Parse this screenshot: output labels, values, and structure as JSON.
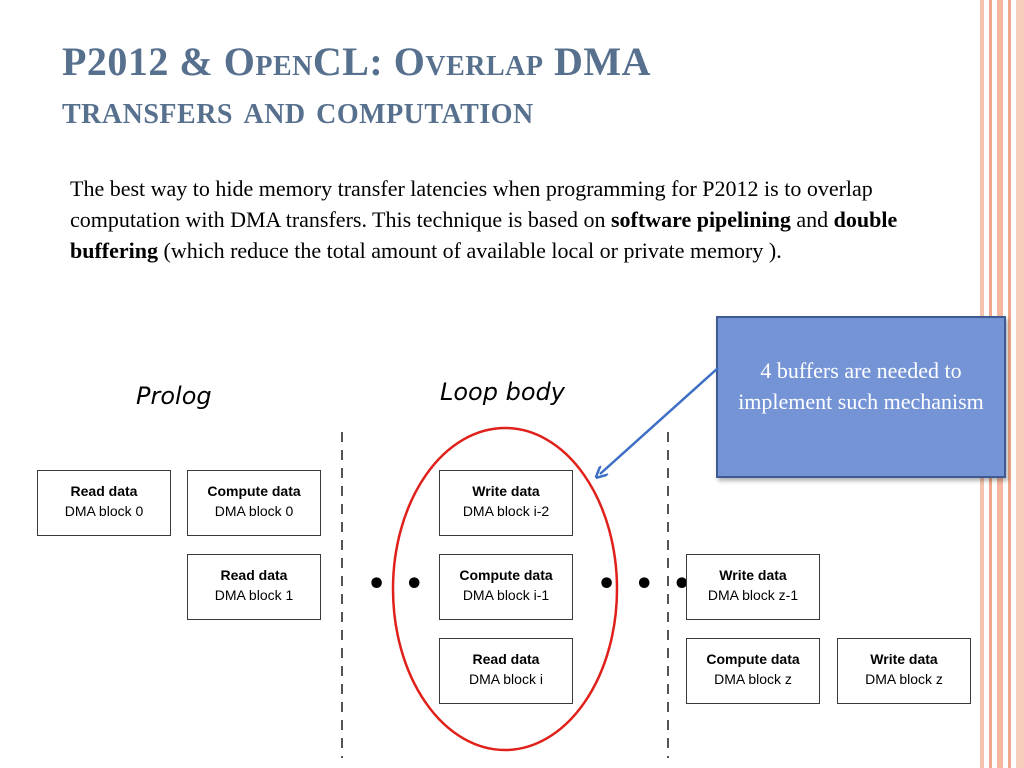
{
  "slide": {
    "title_line1": "P2012 & OpenCL: Overlap DMA",
    "title_line2": "transfers and computation",
    "paragraph": {
      "part1": "The best way to hide memory transfer latencies when programming for P2012 is to overlap computation with DMA transfers. This technique is based on ",
      "bold1": "software pipelining",
      "part2": " and ",
      "bold2": "double buffering",
      "part3": " (which reduce the total amount of available local or private memory )."
    },
    "callout": "4 buffers are needed to implement such mechanism"
  },
  "diagram": {
    "prolog_label": "Prolog",
    "loop_body_label": "Loop body",
    "ellipsis_left": "• • •",
    "ellipsis_right": "• • •",
    "blocks": {
      "prolog_read0": {
        "title": "Read data",
        "sub": "DMA block  0"
      },
      "prolog_compute0": {
        "title": "Compute data",
        "sub": "DMA block  0"
      },
      "prolog_read1": {
        "title": "Read data",
        "sub": "DMA block 1"
      },
      "loop_write": {
        "title": "Write data",
        "sub": "DMA block  i-2"
      },
      "loop_compute": {
        "title": "Compute data",
        "sub": "DMA block  i-1"
      },
      "loop_read": {
        "title": "Read data",
        "sub": "DMA block i"
      },
      "epi_write_z1": {
        "title": "Write data",
        "sub": "DMA block  z-1"
      },
      "epi_compute_z": {
        "title": "Compute data",
        "sub": "DMA block  z"
      },
      "epi_write_z": {
        "title": "Write data",
        "sub": "DMA block  z"
      }
    }
  },
  "colors": {
    "title": "#56708e",
    "callout_fill": "#7494d6",
    "ellipse": "#e0201a",
    "arrow": "#3d6fc4",
    "stripe": "#f2a68a"
  }
}
